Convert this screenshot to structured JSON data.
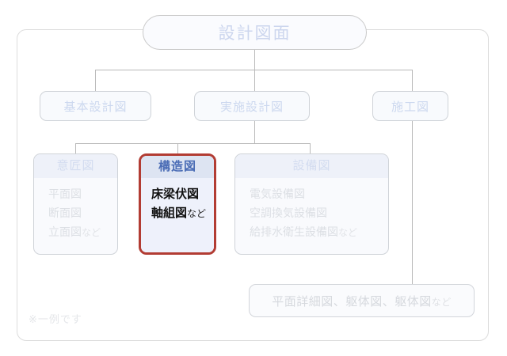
{
  "diagram": {
    "title_node": {
      "label": "設計図面"
    },
    "level2": [
      {
        "id": "kihon",
        "label": "基本設計図"
      },
      {
        "id": "jisshi",
        "label": "実施設計図"
      },
      {
        "id": "sekou",
        "label": "施工図"
      }
    ],
    "level3": [
      {
        "id": "isho",
        "header": "意匠図",
        "highlighted": false,
        "items": [
          {
            "text": "平面図",
            "suffix": ""
          },
          {
            "text": "断面図",
            "suffix": ""
          },
          {
            "text": "立面図",
            "suffix": "など"
          }
        ]
      },
      {
        "id": "kouzou",
        "header": "構造図",
        "highlighted": true,
        "items": [
          {
            "text": "床梁伏図",
            "suffix": ""
          },
          {
            "text": "軸組図",
            "suffix": "など"
          }
        ]
      },
      {
        "id": "setsubi",
        "header": "設備図",
        "highlighted": false,
        "items": [
          {
            "text": "電気設備図",
            "suffix": ""
          },
          {
            "text": "空調換気設備図",
            "suffix": ""
          },
          {
            "text": "給排水衛生設備図",
            "suffix": "など"
          }
        ]
      }
    ],
    "bottom_node": {
      "text": "平面詳細図、躯体図、躯体図",
      "suffix": "など"
    },
    "footnote": "※一例です",
    "colors": {
      "highlight_border": "#b23c33",
      "highlight_header_bg": "#dde4f2",
      "highlight_header_text": "#4a6cb5",
      "highlight_body_bg": "#eef1fb",
      "node_bg": "#f8fafd",
      "node_border": "#cfd3d8",
      "connector": "#b9b9b9",
      "frame_border": "#dcdcdc",
      "faded_text": "#ccd8ef"
    }
  }
}
